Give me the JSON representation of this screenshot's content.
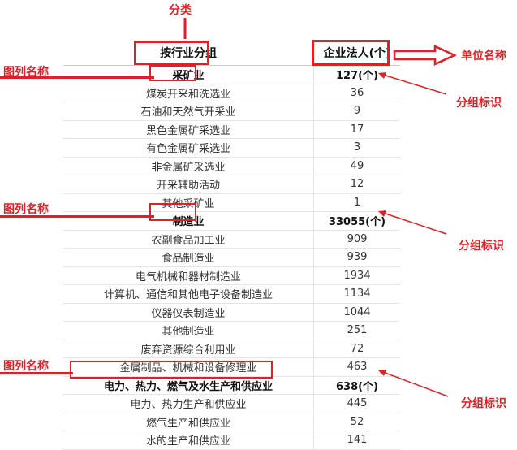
{
  "annotations": {
    "category_label": "分类",
    "unit_name_label": "单位名称",
    "legend_name_label": "图列名称",
    "group_id_label": "分组标识"
  },
  "table": {
    "header": [
      "按行业分组",
      "企业法人(个)"
    ],
    "rows": [
      {
        "name": "采矿业",
        "value": "127(个)",
        "group": true
      },
      {
        "name": "煤炭开采和洗选业",
        "value": "36"
      },
      {
        "name": "石油和天然气开采业",
        "value": "9"
      },
      {
        "name": "黑色金属矿采选业",
        "value": "17"
      },
      {
        "name": "有色金属矿采选业",
        "value": "3"
      },
      {
        "name": "非金属矿采选业",
        "value": "49"
      },
      {
        "name": "开采辅助活动",
        "value": "12"
      },
      {
        "name": "其他采矿业",
        "value": "1"
      },
      {
        "name": "制造业",
        "value": "33055(个)",
        "group": true
      },
      {
        "name": "农副食品加工业",
        "value": "909"
      },
      {
        "name": "食品制造业",
        "value": "939"
      },
      {
        "name": "电气机械和器材制造业",
        "value": "1934"
      },
      {
        "name": "计算机、通信和其他电子设备制造业",
        "value": "1134"
      },
      {
        "name": "仪器仪表制造业",
        "value": "1044"
      },
      {
        "name": "其他制造业",
        "value": "251"
      },
      {
        "name": "废弃资源综合利用业",
        "value": "72"
      },
      {
        "name": "金属制品、机械和设备修理业",
        "value": "463"
      },
      {
        "name": "电力、热力、燃气及水生产和供应业",
        "value": "638(个)",
        "group": true
      },
      {
        "name": "电力、热力生产和供应业",
        "value": "445"
      },
      {
        "name": "燃气生产和供应业",
        "value": "52"
      },
      {
        "name": "水的生产和供应业",
        "value": "141"
      }
    ]
  }
}
